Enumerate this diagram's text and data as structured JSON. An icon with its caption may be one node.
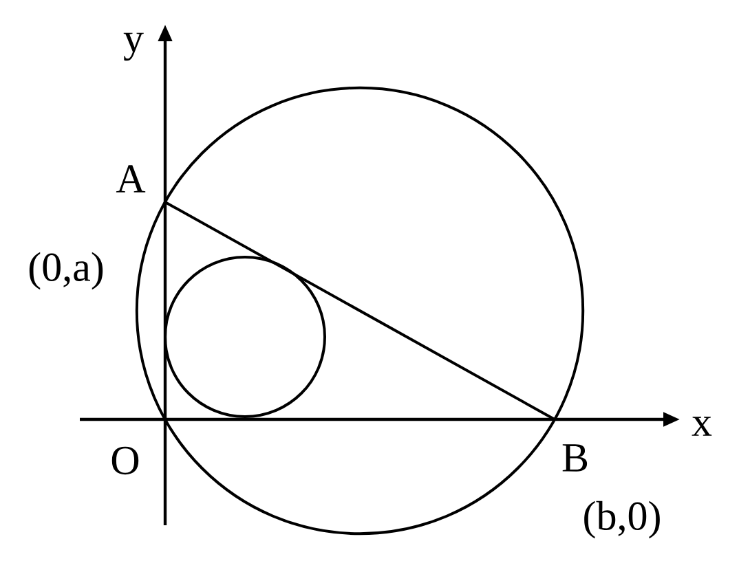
{
  "diagram": {
    "labels": [
      "y",
      "A",
      "(0,a)",
      "x",
      "O",
      "B",
      "(b,0)"
    ]
  }
}
